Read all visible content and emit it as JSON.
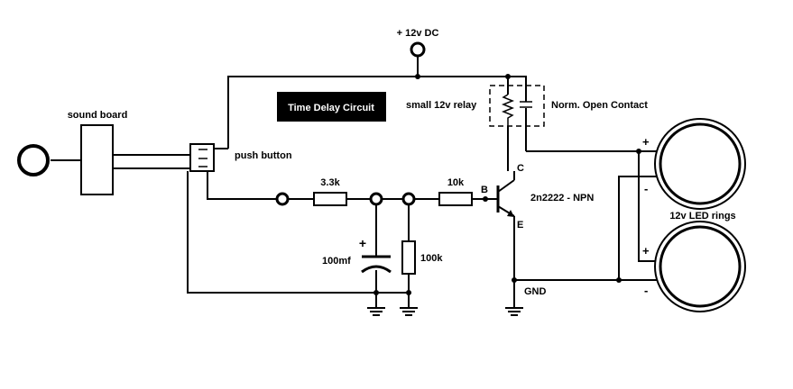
{
  "labels": {
    "supply": "+ 12v DC",
    "title": "Time Delay Circuit",
    "relay": "small 12v relay",
    "contact": "Norm. Open Contact",
    "sound_board": "sound board",
    "push_button": "push button",
    "r1": "3.3k",
    "r2": "10k",
    "r3": "100k",
    "cap": "100mf",
    "transistor": "2n2222 - NPN",
    "base": "B",
    "collector": "C",
    "emitter": "E",
    "gnd": "GND",
    "led_rings": "12v LED rings",
    "plus": "+",
    "minus": "-"
  },
  "colors": {
    "ink": "#000000",
    "title_bg": "#000000",
    "title_fg": "#ffffff",
    "background": "#ffffff"
  }
}
